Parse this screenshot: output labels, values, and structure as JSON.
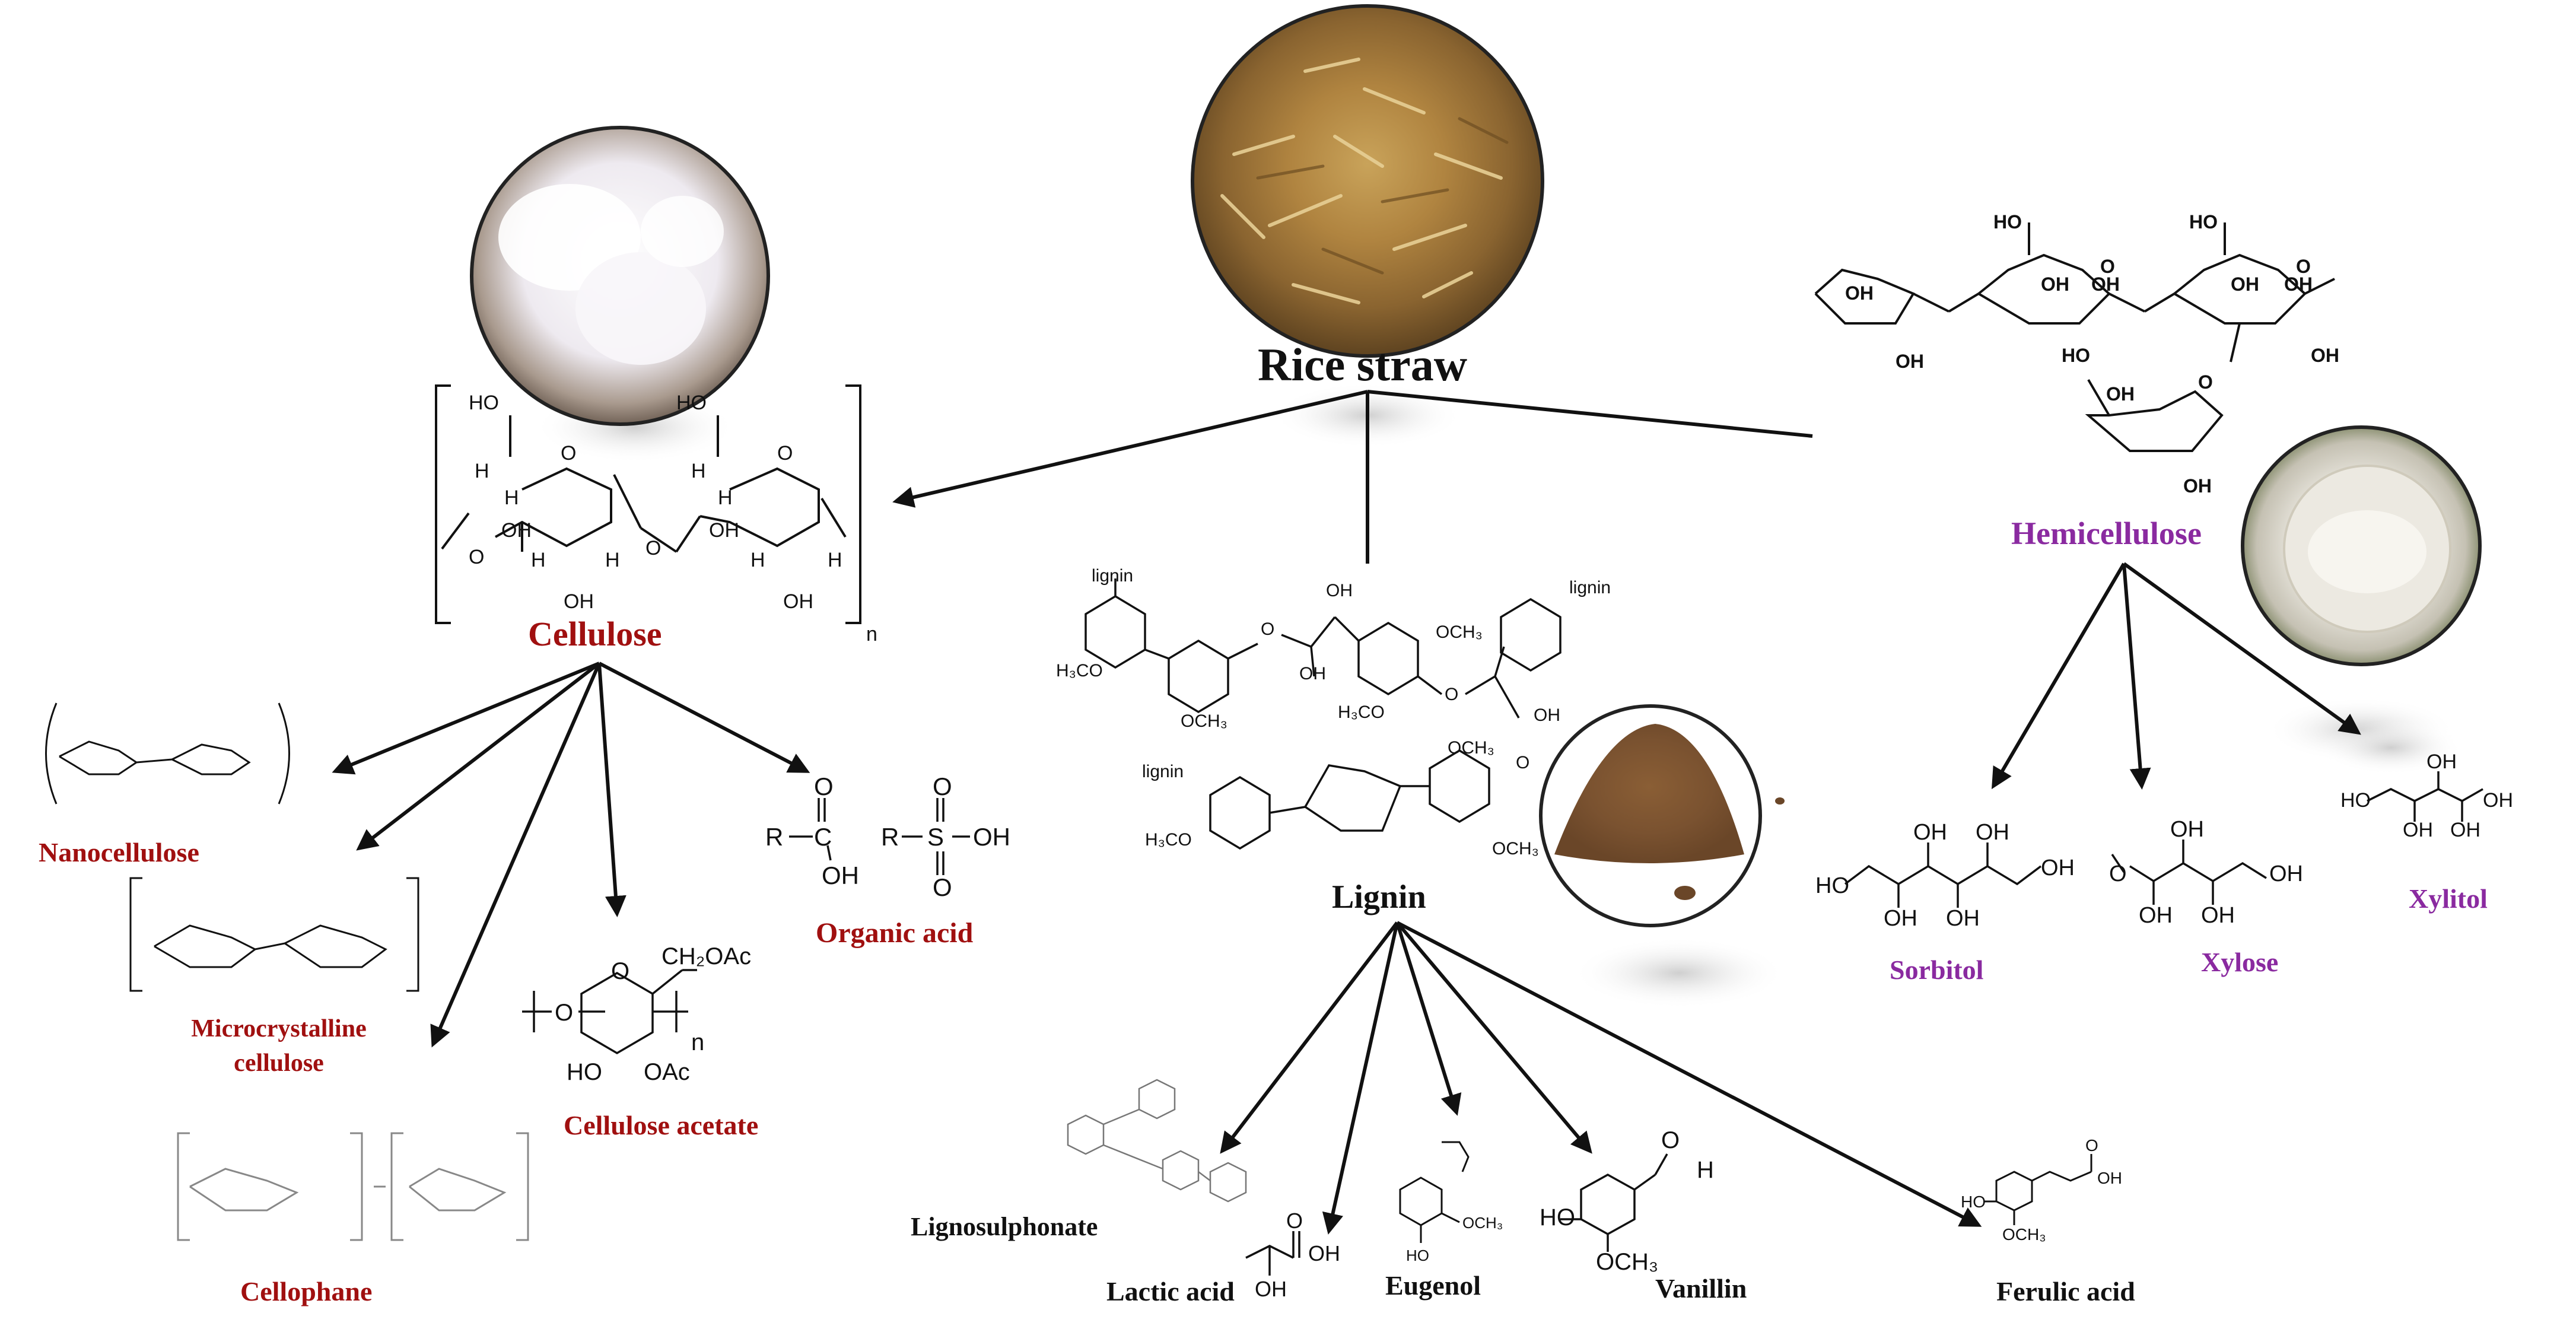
{
  "root": {
    "label": "Rice straw"
  },
  "colors": {
    "cellulose": "#a01010",
    "hemicellulose": "#8a2aa0",
    "lignin": "#111111",
    "arrow": "#111111"
  },
  "icons": {
    "rice_straw": "rice-straw-photo",
    "cellulose": "cotton-photo",
    "hemicellulose": "white-powder-jar-photo",
    "lignin": "brown-powder-photo"
  },
  "cellulose": {
    "label": "Cellulose",
    "subscript": "n",
    "atoms": [
      "HO",
      "HO",
      "H",
      "H",
      "H",
      "H",
      "OH",
      "OH",
      "OH",
      "OH",
      "H",
      "H",
      "O",
      "O",
      "O",
      "O",
      "H",
      "H"
    ],
    "products": [
      {
        "label": "Nanocellulose"
      },
      {
        "label": "Microcrystalline\ncellulose"
      },
      {
        "label": "Cellophane"
      },
      {
        "label": "Cellulose acetate",
        "atoms": [
          "CH₂OAc",
          "O",
          "O",
          "HO",
          "OAc",
          "n"
        ]
      },
      {
        "label": "Organic acid",
        "atoms": [
          "R",
          "C",
          "O",
          "OH",
          "R",
          "S",
          "O",
          "O",
          "OH"
        ]
      }
    ]
  },
  "hemicellulose": {
    "label": "Hemicellulose",
    "atoms": [
      "HO",
      "HO",
      "OH",
      "OH",
      "OH",
      "OH",
      "OH",
      "OH",
      "OH",
      "HO",
      "OH",
      "OH",
      "O",
      "O",
      "O"
    ],
    "products": [
      {
        "label": "Sorbitol",
        "atoms": [
          "HO",
          "OH",
          "OH",
          "OH",
          "OH",
          "OH"
        ]
      },
      {
        "label": "Xylose",
        "atoms": [
          "O",
          "OH",
          "OH",
          "OH",
          "OH"
        ]
      },
      {
        "label": "Xylitol",
        "atoms": [
          "HO",
          "OH",
          "OH",
          "OH",
          "OH"
        ]
      }
    ]
  },
  "lignin": {
    "label": "Lignin",
    "atoms": [
      "lignin",
      "lignin",
      "lignin",
      "OH",
      "OH",
      "OH",
      "OCH₃",
      "OCH₃",
      "OCH₃",
      "OCH₃",
      "H₃CO",
      "H₃CO",
      "H₃CO",
      "O",
      "O",
      "O"
    ],
    "products": [
      {
        "label": "Lignosulphonate"
      },
      {
        "label": "Lactic acid",
        "atoms": [
          "O",
          "OH",
          "OH"
        ]
      },
      {
        "label": "Eugenol",
        "atoms": [
          "OCH₃",
          "HO"
        ]
      },
      {
        "label": "Vanillin",
        "atoms": [
          "O",
          "H",
          "HO",
          "OCH₃"
        ]
      },
      {
        "label": "Ferulic acid",
        "atoms": [
          "O",
          "OH",
          "HO",
          "OCH₃"
        ]
      }
    ]
  }
}
